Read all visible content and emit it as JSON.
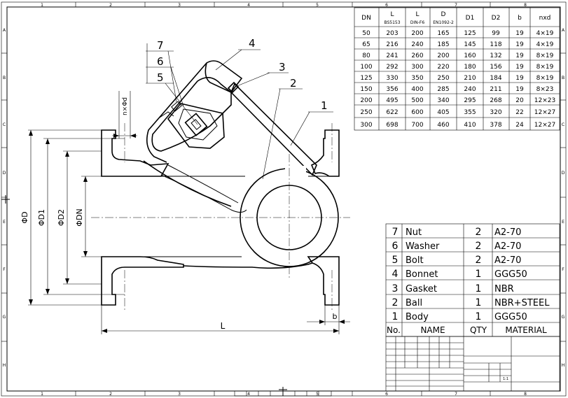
{
  "frame": {
    "col_labels": [
      "1",
      "2",
      "3",
      "4",
      "5",
      "6",
      "7",
      "8"
    ],
    "row_labels": [
      "A",
      "B",
      "C",
      "D",
      "E",
      "F",
      "G",
      "H"
    ]
  },
  "dim_table": {
    "headers": [
      "DN",
      "L",
      "L",
      "D",
      "D1",
      "D2",
      "b",
      "nxd"
    ],
    "subheaders": [
      "",
      "BS5153",
      "DIN-F6",
      "EN1092-2",
      "",
      "",
      "",
      ""
    ],
    "rows": [
      [
        "50",
        "203",
        "200",
        "165",
        "125",
        "99",
        "19",
        "4×19"
      ],
      [
        "65",
        "216",
        "240",
        "185",
        "145",
        "118",
        "19",
        "4×19"
      ],
      [
        "80",
        "241",
        "260",
        "200",
        "160",
        "132",
        "19",
        "8×19"
      ],
      [
        "100",
        "292",
        "300",
        "220",
        "180",
        "156",
        "19",
        "8×19"
      ],
      [
        "125",
        "330",
        "350",
        "250",
        "210",
        "184",
        "19",
        "8×19"
      ],
      [
        "150",
        "356",
        "400",
        "285",
        "240",
        "211",
        "19",
        "8×23"
      ],
      [
        "200",
        "495",
        "500",
        "340",
        "295",
        "268",
        "20",
        "12×23"
      ],
      [
        "250",
        "622",
        "600",
        "405",
        "355",
        "320",
        "22",
        "12×27"
      ],
      [
        "300",
        "698",
        "700",
        "460",
        "410",
        "378",
        "24",
        "12×27"
      ]
    ]
  },
  "parts_table": {
    "header": {
      "no": "No.",
      "name": "NAME",
      "qty": "QTY",
      "material": "MATERIAL"
    },
    "rows": [
      {
        "no": "7",
        "name": "Nut",
        "qty": "2",
        "material": "A2-70"
      },
      {
        "no": "6",
        "name": "Washer",
        "qty": "2",
        "material": "A2-70"
      },
      {
        "no": "5",
        "name": "Bolt",
        "qty": "2",
        "material": "A2-70"
      },
      {
        "no": "4",
        "name": "Bonnet",
        "qty": "1",
        "material": "GGG50"
      },
      {
        "no": "3",
        "name": "Gasket",
        "qty": "1",
        "material": "NBR"
      },
      {
        "no": "2",
        "name": "Ball",
        "qty": "1",
        "material": "NBR+STEEL"
      },
      {
        "no": "1",
        "name": "Body",
        "qty": "1",
        "material": "GGG50"
      }
    ]
  },
  "dimensions": {
    "od": "ΦD",
    "d1": "ΦD1",
    "d2": "ΦD2",
    "dn": "ΦDN",
    "bolt": "n×Φd",
    "length": "L",
    "flange": "b"
  },
  "balloons": [
    "1",
    "2",
    "3",
    "4",
    "5",
    "6",
    "7"
  ],
  "title_block": {
    "scale": "1:1"
  }
}
